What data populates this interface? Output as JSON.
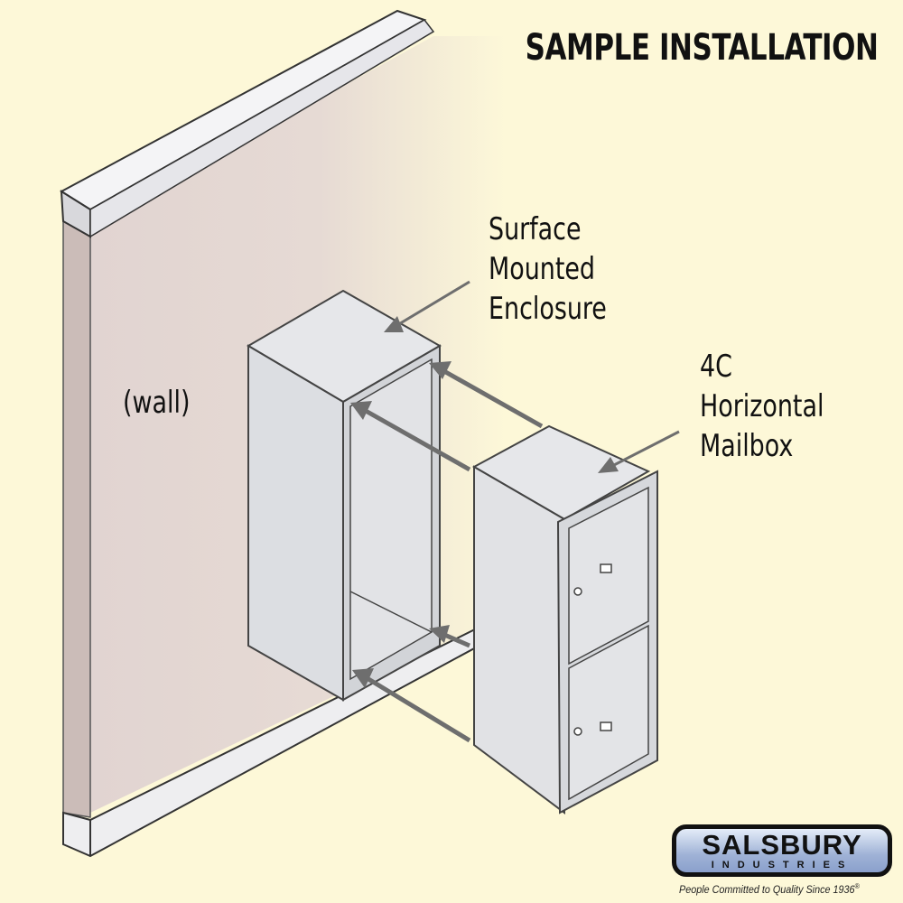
{
  "title": "SAMPLE INSTALLATION",
  "labels": {
    "wall": "(wall)",
    "enclosure": [
      "Surface",
      "Mounted",
      "Enclosure"
    ],
    "mailbox": [
      "4C",
      "Horizontal",
      "Mailbox"
    ]
  },
  "logo": {
    "name": "SALSBURY",
    "sub": "INDUSTRIES",
    "tagline": "People Committed to Quality Since 1936",
    "registered": "®"
  },
  "colors": {
    "background": "#fdf8d8",
    "wall": "#e3d6d2",
    "metal": "#dcdee2",
    "arrow": "#6e6e6e"
  }
}
